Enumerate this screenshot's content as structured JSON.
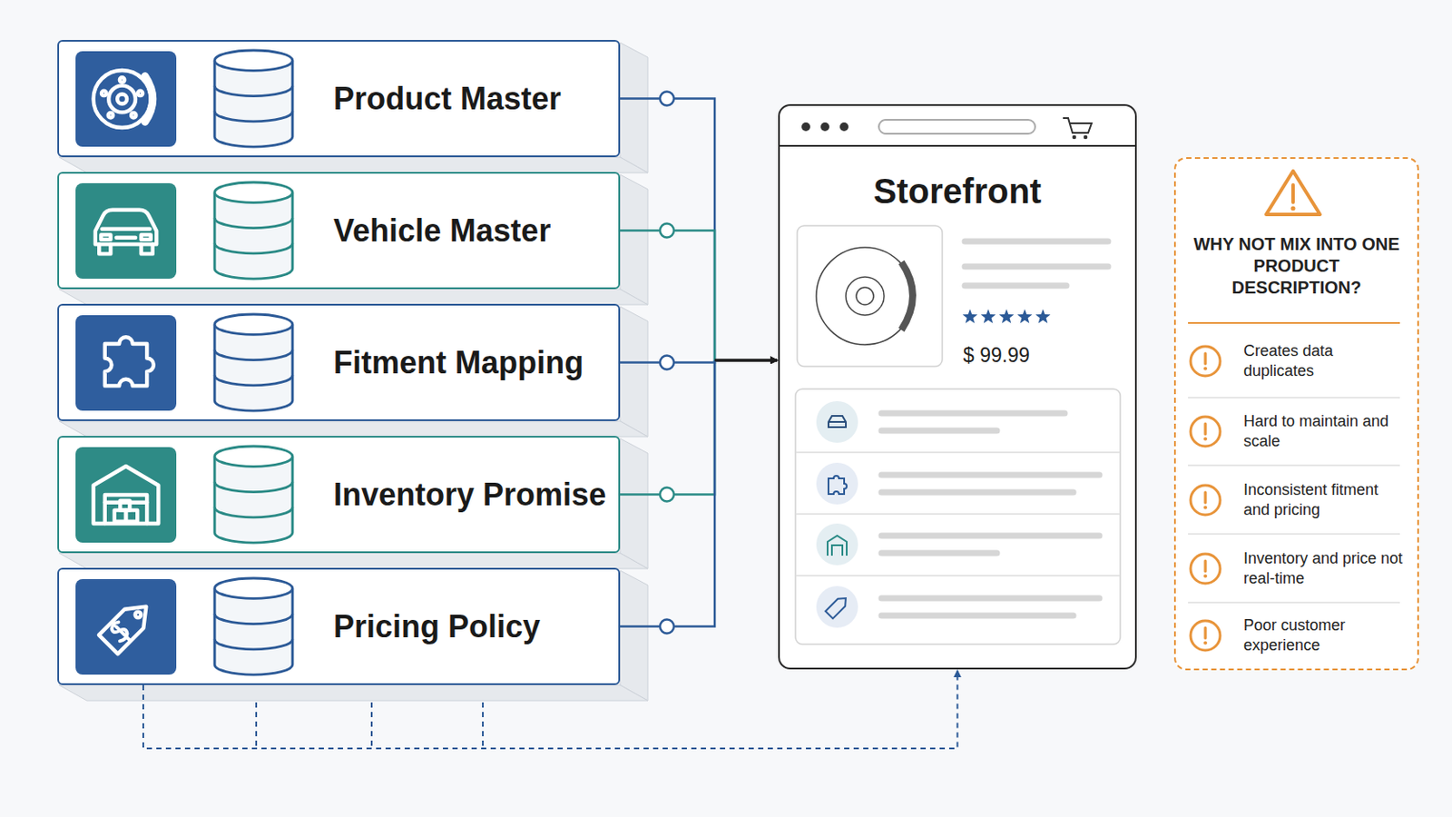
{
  "diagram": {
    "nodes": [
      {
        "text": [
          "Product Master"
        ]
      },
      {
        "text": [
          "Vehicle Master"
        ]
      },
      {
        "text": [
          "Fitment Mapping"
        ]
      },
      {
        "text": [
          "Inventory Promise"
        ]
      },
      {
        "text": [
          "Pricing Policy"
        ]
      },
      {
        "text": [
          "Storefront",
          "$ 99.99"
        ]
      },
      {
        "text": [
          "WHY NOT MIX INTO ONE PRODUCT DESCRIPTION?",
          "Creates data duplicates",
          "Hard to maintain and scale",
          "Inconsistent fitment and pricing",
          "Inventory and price not real-time",
          "Poor customer experience"
        ]
      }
    ],
    "edges": [
      {
        "from": 0,
        "to": 5,
        "arrow": "to"
      },
      {
        "from": 1,
        "to": 5,
        "arrow": "to"
      },
      {
        "from": 2,
        "to": 5,
        "arrow": "to"
      },
      {
        "from": 3,
        "to": 5,
        "arrow": "to"
      },
      {
        "from": 4,
        "to": 5,
        "arrow": "to"
      },
      {
        "from": 4,
        "to": 5,
        "arrow": "to"
      }
    ]
  }
}
